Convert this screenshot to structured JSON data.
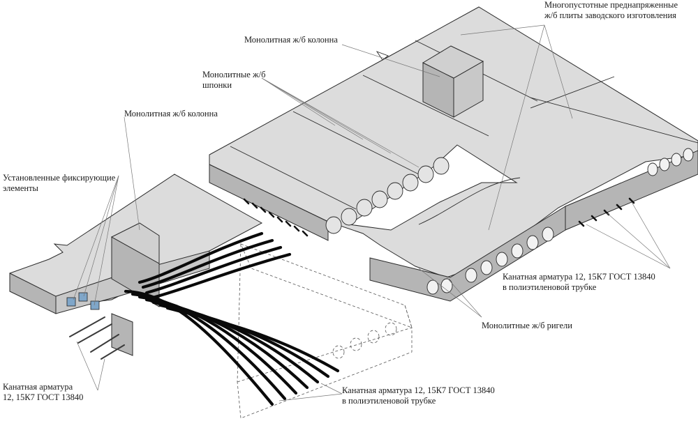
{
  "labels": {
    "hollow_core_slabs": "Многопустотные преднапряженные\nж/б плиты заводского изготовления",
    "column_top": "Монолитная ж/б колонна",
    "keys": "Монолитные ж/б\nшпонки",
    "column_left": "Монолитная ж/б колонна",
    "fixing_elements": "Установленные фиксирующие\nэлементы",
    "cable_right": "Канатная арматура 12, 15К7 ГОСТ 13840\nв полиэтиленовой трубке",
    "girders": "Монолитные ж/б ригели",
    "cable_bottom": "Канатная арматура 12, 15К7 ГОСТ 13840\nв полиэтиленовой трубке",
    "cable_left": "Канатная арматура\n12, 15К7 ГОСТ 13840"
  },
  "colors": {
    "slab_top": "#dcdcdc",
    "slab_side": "#c8c8c8",
    "cable": "#0a0a0a",
    "line": "#2a2a2a"
  }
}
